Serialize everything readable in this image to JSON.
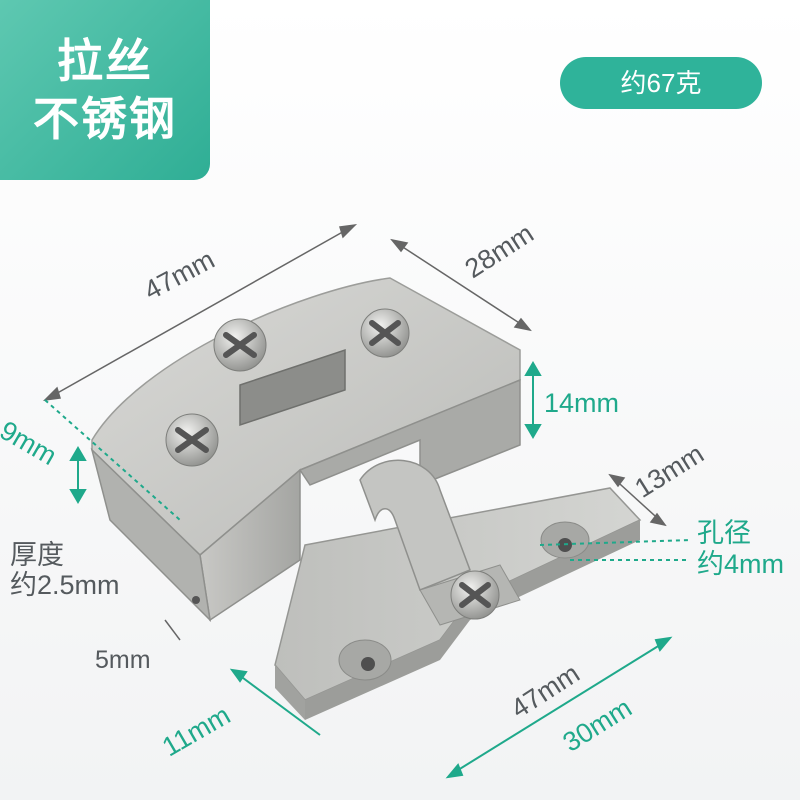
{
  "badge": {
    "line1": "拉丝",
    "line2": "不锈钢"
  },
  "weight_pill": {
    "text": "约67克"
  },
  "dimensions": {
    "top_length": "47mm",
    "top_depth": "28mm",
    "right_height": "14mm",
    "left_height": "9mm",
    "thickness_line1": "厚度",
    "thickness_line2": "约2.5mm",
    "gap": "5mm",
    "plate_width": "13mm",
    "hole_label_line1": "孔径",
    "hole_label_line2": "约4mm",
    "bottom_length": "47mm",
    "hole_spacing": "30mm",
    "offset": "11mm"
  },
  "colors": {
    "accent": "#2fb39a",
    "dim_grey": "#555a5e",
    "dim_green": "#1fa98b"
  }
}
